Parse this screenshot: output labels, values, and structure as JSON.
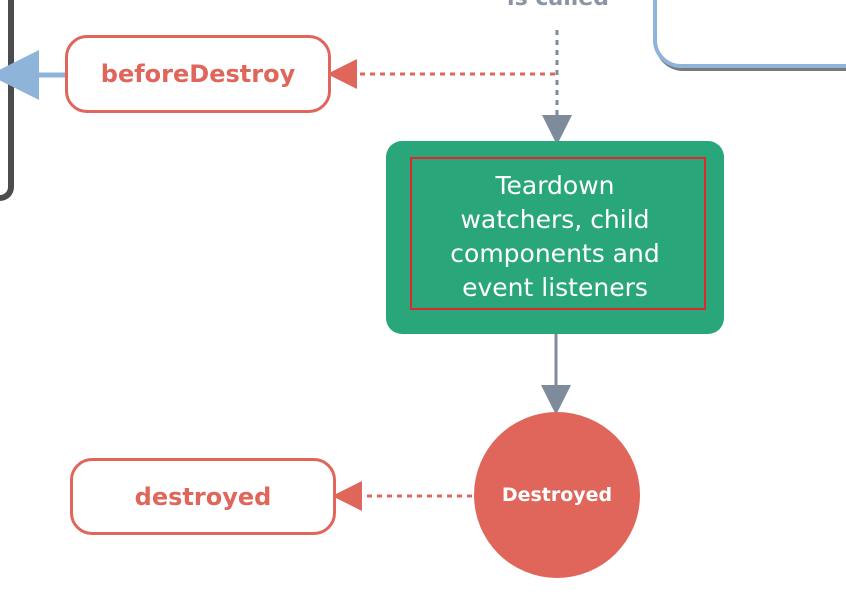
{
  "diagram": {
    "top_caption": "is called",
    "hooks": {
      "before_destroy": "beforeDestroy",
      "destroyed": "destroyed"
    },
    "process": {
      "label": "Teardown\nwatchers, child\ncomponents and\nevent listeners"
    },
    "state": {
      "label": "Destroyed"
    },
    "colors": {
      "hook": "#e0655b",
      "process": "#2aa77a",
      "highlight": "#e3262e",
      "connector": "#7d8b9a",
      "side_arrow": "#8fb4d9"
    }
  }
}
